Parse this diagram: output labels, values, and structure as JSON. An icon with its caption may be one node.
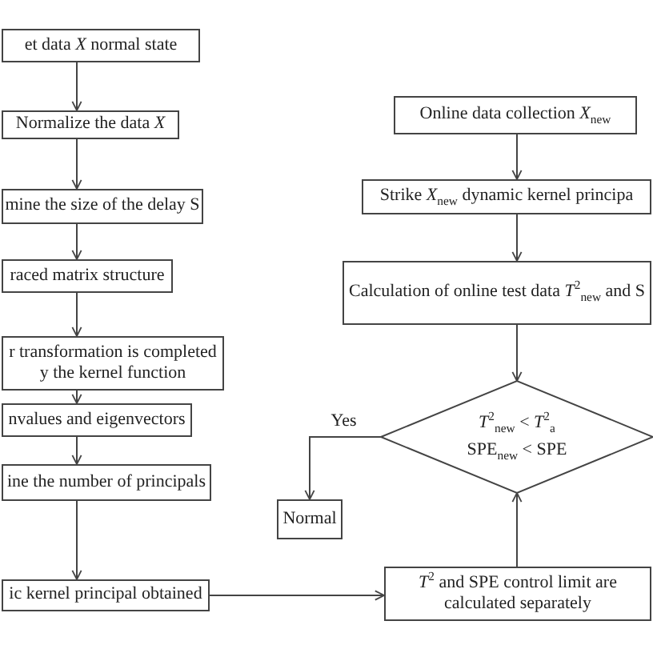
{
  "diagram": {
    "nodes": [
      {
        "text": [
          "et data *X* normal state"
        ]
      },
      {
        "text": [
          "Normalize the data *X*"
        ]
      },
      {
        "text": [
          "mine the size of the delay S"
        ]
      },
      {
        "text": [
          "raced matrix structure"
        ]
      },
      {
        "text": [
          "r transformation is completed y the kernel function"
        ]
      },
      {
        "text": [
          "nvalues and eigenvectors"
        ]
      },
      {
        "text": [
          "ine the number of principals"
        ]
      },
      {
        "text": [
          "ic kernel principal obtained"
        ]
      },
      {
        "text": [
          "Online data collection *X*$_{new}$"
        ]
      },
      {
        "text": [
          "Strike *X*$_{new}$ dynamic kernel principa"
        ]
      },
      {
        "text": [
          "Calculation of online test data *T*$^{2}$$_{new}$ and S"
        ]
      },
      {
        "text": [
          "*T*$^{2}$$_{new}$ < *T*$^{2}$$_{a}$",
          "SPE$_{new}$ < SPE"
        ]
      },
      {
        "text": [
          "Normal"
        ]
      },
      {
        "text": [
          "*T*$^{2}$ and SPE control limit are calculated separately"
        ]
      }
    ],
    "edges": [
      {
        "from": 0,
        "to": 1,
        "arrow": "to"
      },
      {
        "from": 1,
        "to": 2,
        "arrow": "to"
      },
      {
        "from": 2,
        "to": 3,
        "arrow": "to"
      },
      {
        "from": 3,
        "to": 4,
        "arrow": "to"
      },
      {
        "from": 4,
        "to": 5,
        "arrow": "to"
      },
      {
        "from": 5,
        "to": 6,
        "arrow": "to"
      },
      {
        "from": 6,
        "to": 7,
        "arrow": "to"
      },
      {
        "from": 7,
        "to": 13,
        "arrow": "to"
      },
      {
        "from": 13,
        "to": 11,
        "arrow": "to"
      },
      {
        "from": 8,
        "to": 9,
        "arrow": "to"
      },
      {
        "from": 9,
        "to": 10,
        "arrow": "to"
      },
      {
        "from": 10,
        "to": 11,
        "arrow": "to"
      },
      {
        "from": 11,
        "to": 12,
        "arrow": "to",
        "label": "Yes"
      }
    ]
  }
}
